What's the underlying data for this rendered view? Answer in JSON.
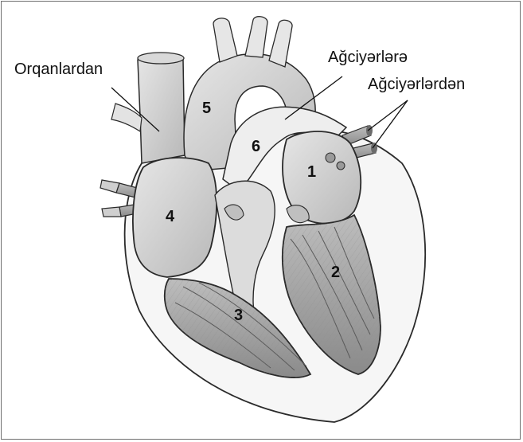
{
  "labels": {
    "from_organs": "Orqanlardan",
    "to_lungs": "Ağciyərlərə",
    "from_lungs": "Ağciyərlərdən"
  },
  "numbers": {
    "n1": "1",
    "n2": "2",
    "n3": "3",
    "n4": "4",
    "n5": "5",
    "n6": "6"
  },
  "colors": {
    "line": "#2a2a2a",
    "fill_light": "#f2f2f2",
    "fill_mid": "#cfcfcf",
    "fill_dark": "#9a9a9a"
  }
}
